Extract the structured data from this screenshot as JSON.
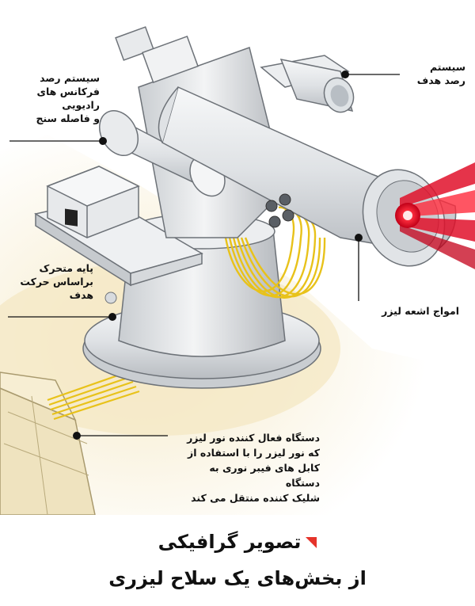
{
  "labels": {
    "tracking_radar": "سیستم رصد\nفرکانس های\nرادیویی\nو فاصله سنج",
    "target_tracking": "سیستم\nرصد هدف",
    "laser_beams": "امواج اشعه لیزر",
    "moving_base": "پایه متحرک\nبراساس حرکت\nهدف",
    "laser_activator": "دستگاه فعال کننده نور لیزر\nکه نور لیزر را با استفاده از\nکابل های فیبر نوری به دستگاه\nشلیک کننده منتقل می کند"
  },
  "caption": {
    "line1": "تصویر گرافیکی",
    "line2": "از بخش‌های یک سلاح لیزری"
  },
  "colors": {
    "accent": "#e5332a",
    "beam": "#e0102a",
    "fiber": "#e8c21a",
    "sand": "#f3e6c2",
    "metal": "#e4e6e8"
  }
}
